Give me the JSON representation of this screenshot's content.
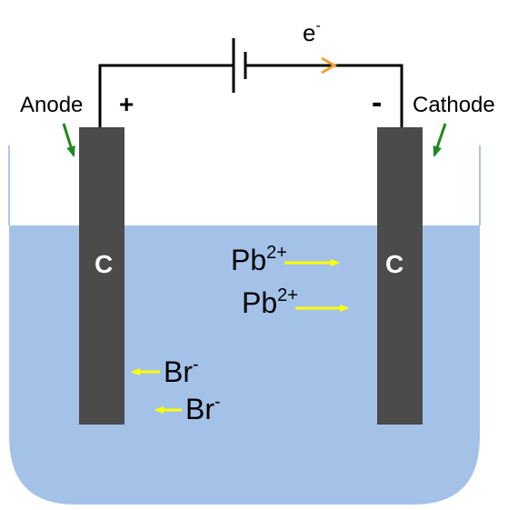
{
  "circuit": {
    "electron_label": "e",
    "electron_charge": "-",
    "anode_sign": "+",
    "cathode_sign": "-"
  },
  "electrodes": {
    "anode": {
      "label": "Anode",
      "material": "C"
    },
    "cathode": {
      "label": "Cathode",
      "material": "C"
    }
  },
  "ions": [
    {
      "symbol": "Pb",
      "charge": "2+"
    },
    {
      "symbol": "Pb",
      "charge": "2+"
    },
    {
      "symbol": "Br",
      "charge": "-"
    },
    {
      "symbol": "Br",
      "charge": "-"
    }
  ],
  "colors": {
    "electrolyte": "#a4c2e8",
    "electrode": "#4b4b4b",
    "wire": "#000000",
    "beaker_outline": "#8fb3dc",
    "ion_arrow": "#ffff00",
    "pointer_arrow": "#1f8a1f",
    "electron_arrow": "#f0a030"
  },
  "icons": {
    "battery": "battery-cell-icon",
    "electron_flow": "chevron-right-icon",
    "pointer": "arrow-down-left-icon"
  }
}
